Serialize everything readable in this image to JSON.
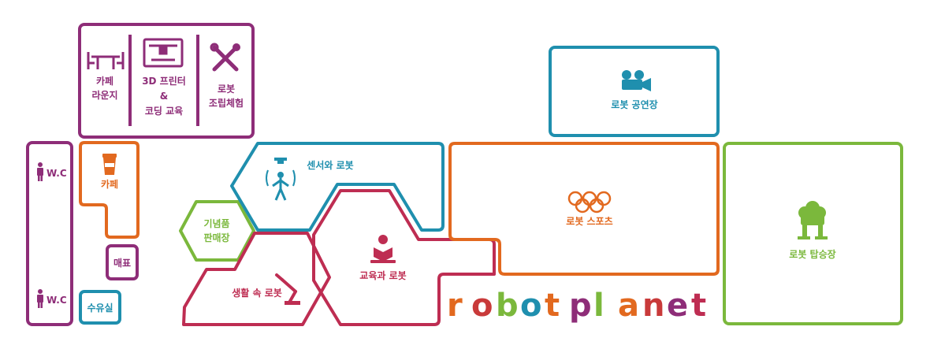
{
  "colors": {
    "purple": "#8e2d78",
    "orange": "#e2691f",
    "teal": "#1f8fae",
    "green": "#7bb83c",
    "crimson": "#be2d52",
    "red": "#c93a3a"
  },
  "zones": {
    "cafe_lounge": {
      "line1": "카페",
      "line2": "라운지",
      "icon": "table-chairs-icon"
    },
    "printer_coding": {
      "line1": "3D 프린터",
      "line2": "&",
      "line3": "코딩 교육",
      "icon": "3d-printer-icon"
    },
    "robot_assembly": {
      "line1": "로봇",
      "line2": "조립체험",
      "icon": "tools-icon"
    },
    "robot_performance": {
      "label": "로봇 공연장",
      "icon": "film-camera-icon"
    },
    "wc_top": {
      "label": "W.C",
      "icon": "person-icon"
    },
    "wc_bottom": {
      "label": "W.C",
      "icon": "person-icon"
    },
    "cafe": {
      "label": "카페",
      "icon": "coffee-cup-icon"
    },
    "ticket": {
      "label": "매표"
    },
    "nursing_room": {
      "label": "수유실"
    },
    "souvenir_shop": {
      "line1": "기념품",
      "line2": "판매장"
    },
    "sensor_robot": {
      "label": "센서와 로봇",
      "icon": "sensor-robot-icon"
    },
    "education_robot": {
      "label": "교육과 로봇",
      "icon": "reading-person-icon"
    },
    "life_robot": {
      "label": "생활 속 로봇",
      "icon": "robot-arm-icon"
    },
    "robot_sports": {
      "label": "로봇 스포츠",
      "icon": "olympic-rings-icon"
    },
    "robot_ride": {
      "label": "로봇 탑승장",
      "icon": "ride-robot-icon"
    }
  },
  "logo": {
    "letters": [
      "r",
      "o",
      "b",
      "o",
      "t",
      "p",
      "l",
      "a",
      "n",
      "e",
      "t"
    ],
    "letter_colors": [
      "#e2691f",
      "#c93a3a",
      "#7bb83c",
      "#1f8fae",
      "#e2691f",
      "#8e2d78",
      "#7bb83c",
      "#e2691f",
      "#c93a3a",
      "#8e2d78",
      "#be2d52"
    ]
  }
}
